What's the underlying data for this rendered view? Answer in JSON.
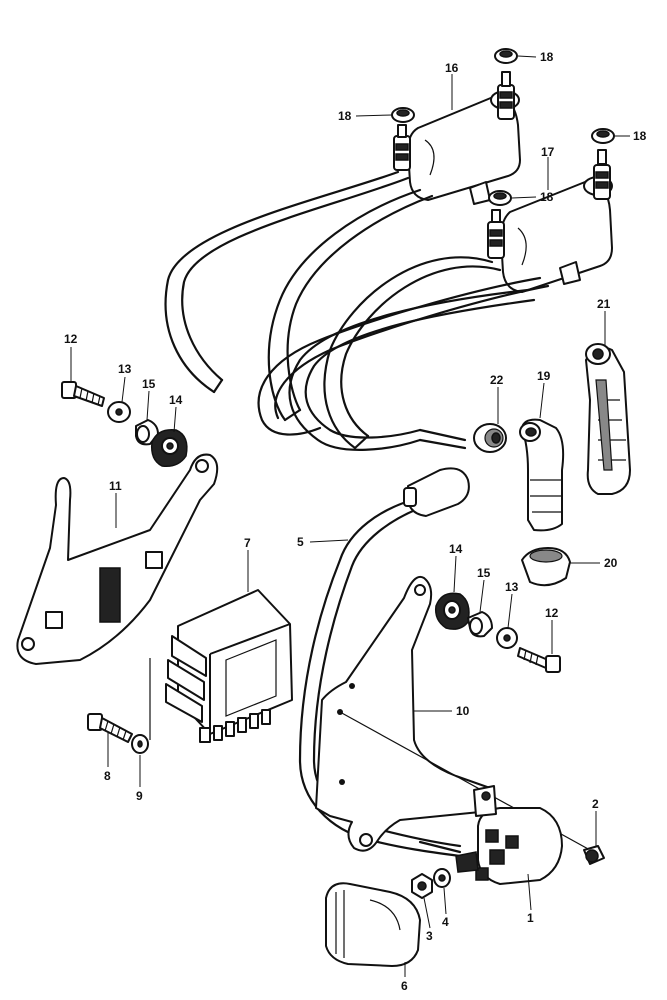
{
  "callouts": {
    "c1": "1",
    "c2": "2",
    "c3": "3",
    "c4": "4",
    "c5": "5",
    "c6": "6",
    "c7": "7",
    "c8": "8",
    "c9": "9",
    "c10": "10",
    "c11": "11",
    "c12a": "12",
    "c12b": "12",
    "c13a": "13",
    "c13b": "13",
    "c14a": "14",
    "c14b": "14",
    "c15a": "15",
    "c15b": "15",
    "c16": "16",
    "c17": "17",
    "c18a": "18",
    "c18b": "18",
    "c18c": "18",
    "c18d": "18",
    "c19": "19",
    "c20": "20",
    "c21": "21",
    "c22": "22"
  }
}
